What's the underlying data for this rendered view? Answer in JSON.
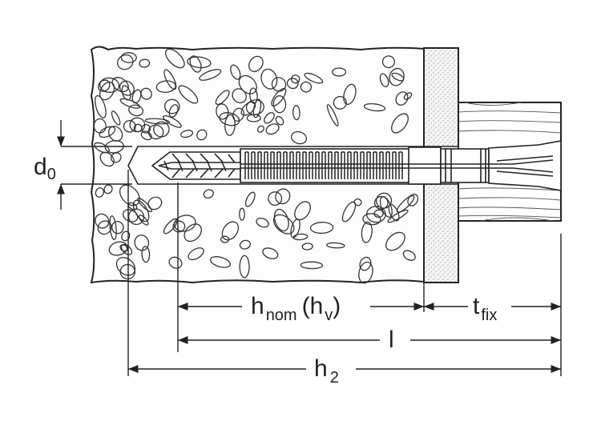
{
  "labels": {
    "d0_main": "d",
    "d0_sub": "0",
    "hnom_main": "h",
    "hnom_sub": "nom",
    "hv_open": "(h",
    "hv_sub": "v",
    "hv_close": ")",
    "tfix_main": "t",
    "tfix_sub": "fix",
    "l": "l",
    "h2_main": "h",
    "h2_sub": "2"
  },
  "colors": {
    "line": "#222222",
    "concrete": "#fdfdfd",
    "plaster": "#ececec",
    "wood": "#ffffff",
    "background": "#ffffff"
  },
  "icons": [
    "anchor-plug",
    "screw",
    "concrete-substrate",
    "plaster-layer",
    "wood-fixture"
  ]
}
